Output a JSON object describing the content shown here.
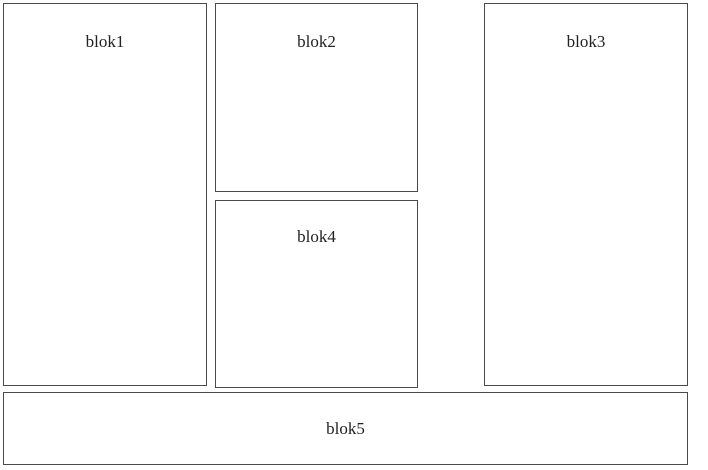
{
  "blocks": {
    "blok1": "blok1",
    "blok2": "blok2",
    "blok3": "blok3",
    "blok4": "blok4",
    "blok5": "blok5"
  }
}
